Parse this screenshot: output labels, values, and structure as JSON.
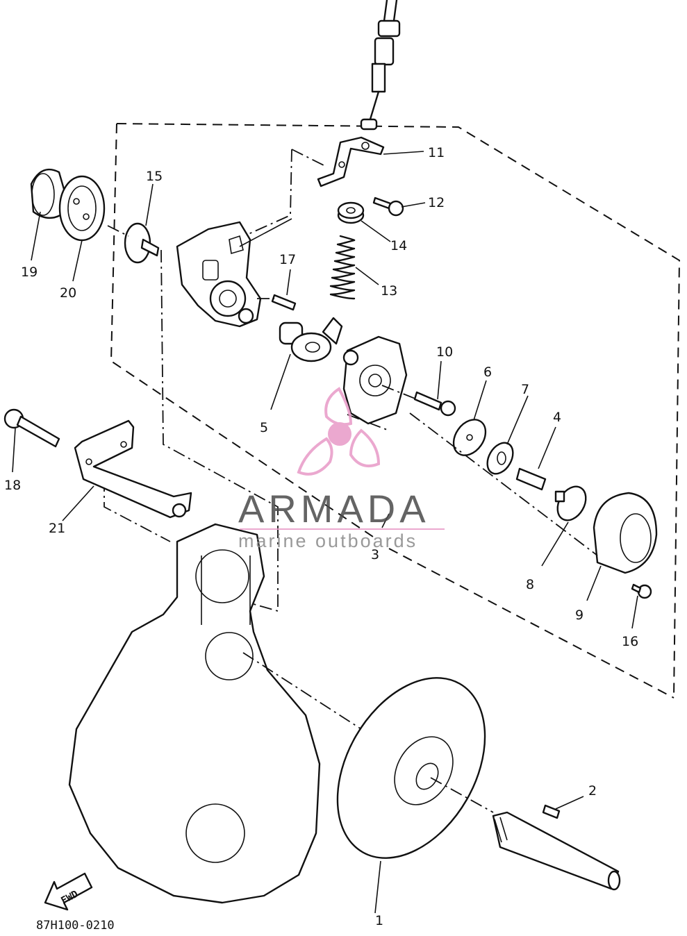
{
  "diagram": {
    "part_labels": [
      "1",
      "2",
      "3",
      "4",
      "5",
      "6",
      "7",
      "8",
      "9",
      "10",
      "11",
      "12",
      "13",
      "14",
      "15",
      "16",
      "17",
      "18",
      "19",
      "20",
      "21"
    ],
    "drawing_code": "87H100-0210",
    "direction_label": "FWD"
  },
  "watermark": {
    "brand": "ARMADA",
    "tagline": "marine outboards",
    "accent_color": "#e89ac7",
    "text_color": "#4a4a4a"
  }
}
